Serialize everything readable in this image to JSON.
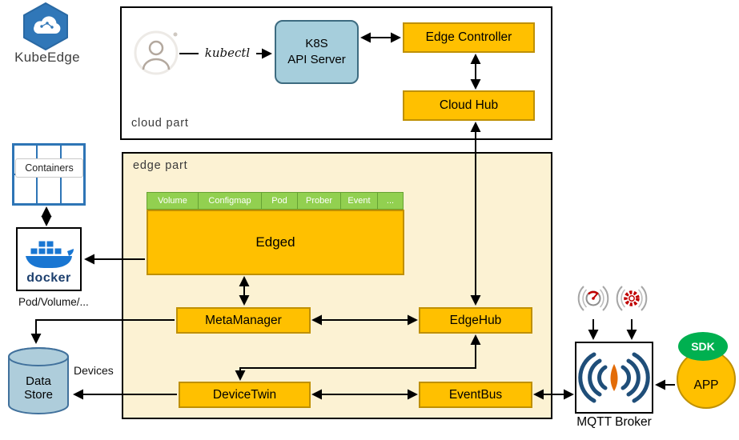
{
  "logo": {
    "label": "KubeEdge"
  },
  "cloud_part": {
    "label": "cloud part",
    "kubectl": "kubectl",
    "api_server": "K8S\nAPI Server",
    "edge_controller": "Edge Controller",
    "cloud_hub": "Cloud Hub"
  },
  "edge_part": {
    "label": "edge part",
    "edged": "Edged",
    "edged_tabs": [
      "Volume",
      "Configmap",
      "Pod",
      "Prober",
      "Event",
      "..."
    ],
    "meta_manager": "MetaManager",
    "edge_hub": "EdgeHub",
    "device_twin": "DeviceTwin",
    "event_bus": "EventBus"
  },
  "left_rail": {
    "containers": "Containers",
    "docker": "docker",
    "pod_volume": "Pod/Volume/...",
    "data_store": "Data\nStore",
    "devices": "Devices"
  },
  "right_rail": {
    "mqtt_broker": "MQTT Broker",
    "sdk": "SDK",
    "app": "APP"
  },
  "colors": {
    "node_orange": "#FFC000",
    "node_orange_border": "#BF9000",
    "api_server_blue": "#A6CEDC",
    "tab_green": "#92D050",
    "edge_bg": "#FCF2D3",
    "docker_blue": "#1976D2",
    "datastore_blue": "#AECDDB",
    "sdk_green": "#00B050",
    "mqtt_navy": "#1F4E79",
    "antenna_orange": "#E36C09"
  }
}
